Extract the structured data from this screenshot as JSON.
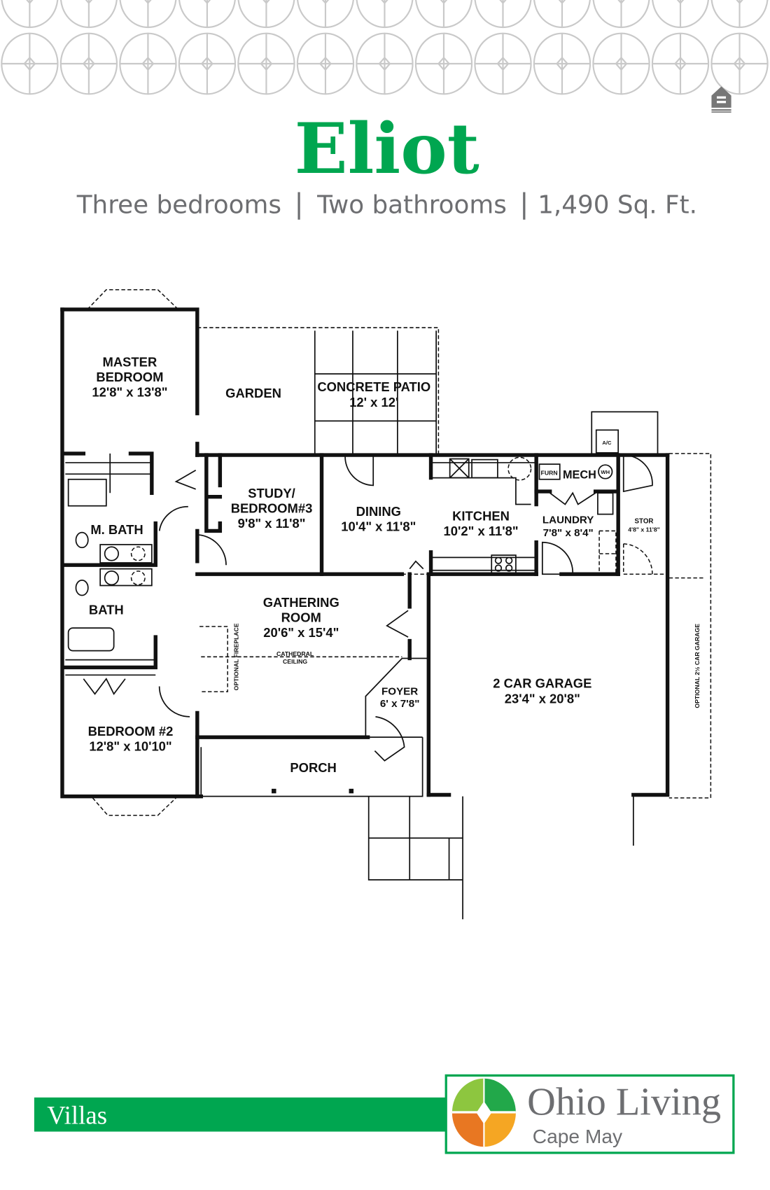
{
  "header": {
    "title": "Eliot",
    "subtitle": {
      "bedrooms": "Three bedrooms",
      "bathrooms": "Two bathrooms",
      "area": "1,490 Sq. Ft."
    },
    "separator": "|",
    "equal_housing_icon": "equal-housing-opportunity-icon"
  },
  "plan": {
    "master": [
      "MASTER",
      "BEDROOM",
      "12'8\" x 13'8\""
    ],
    "garden": "GARDEN",
    "patio": [
      "CONCRETE PATIO",
      "12' x 12'"
    ],
    "study": [
      "STUDY/",
      "BEDROOM#3",
      "9'8\" x 11'8\""
    ],
    "dining": [
      "DINING",
      "10'4\" x 11'8\""
    ],
    "kitchen": [
      "KITCHEN",
      "10'2\" x 11'8\""
    ],
    "mech": "MECH",
    "furn": "FURN",
    "wh": "WH",
    "ac": "A/C",
    "laundry": [
      "LAUNDRY",
      "7'8\" x 8'4\""
    ],
    "stor": [
      "STOR",
      "4'8\" x 11'8\""
    ],
    "mbath": "M. BATH",
    "bath": "BATH",
    "gathering": [
      "GATHERING",
      "ROOM",
      "20'6\" x 15'4\""
    ],
    "ceiling": [
      "CATHEDRAL",
      "CEILING"
    ],
    "fireplace": "OPTIONAL FIREPLACE",
    "foyer": [
      "FOYER",
      "6' x 7'8\""
    ],
    "garage": [
      "2 CAR GARAGE",
      "23'4\" x 20'8\""
    ],
    "bedroom2": [
      "BEDROOM #2",
      "12'8\" x 10'10\""
    ],
    "porch": "PORCH",
    "optional_garage": "OPTIONAL 2½ CAR GARAGE"
  },
  "footer": {
    "category": "Villas",
    "brand": "Ohio Living",
    "location": "Cape May"
  },
  "colors": {
    "brand_green": "#00a650",
    "text_gray": "#6d6e71",
    "logo_light_green": "#8dc63f",
    "logo_green": "#22a84a",
    "logo_orange": "#e87722",
    "logo_yellow": "#f5a623"
  }
}
